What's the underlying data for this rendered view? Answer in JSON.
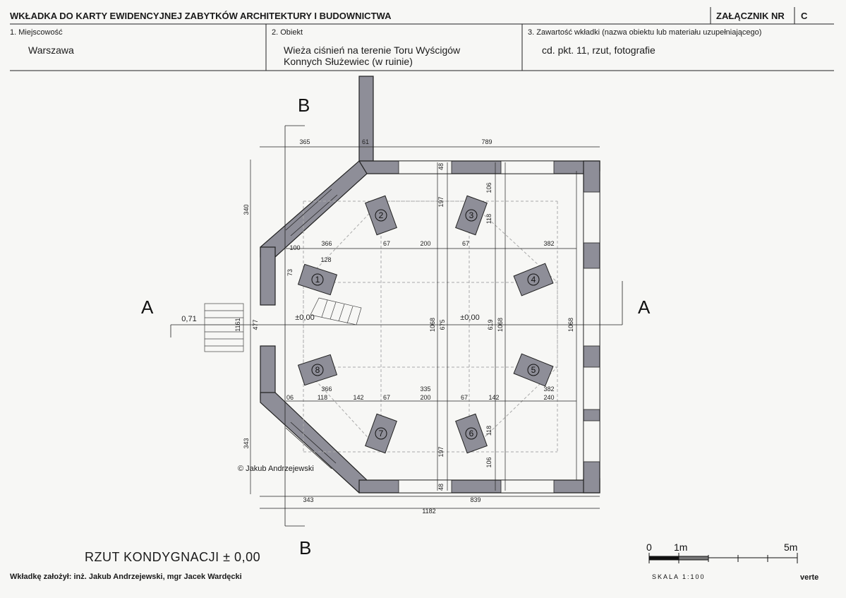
{
  "header": {
    "title": "WKŁADKA DO KARTY EWIDENCYJNEJ ZABYTKÓW ARCHITEKTURY I BUDOWNICTWA",
    "attachment_label": "ZAŁĄCZNIK NR",
    "attachment_value": "C"
  },
  "fields": {
    "locality_label": "1. Miejscowość",
    "locality_value": "Warszawa",
    "object_label": "2. Obiekt",
    "object_value_line1": "Wieża ciśnień na terenie Toru Wyścigów",
    "object_value_line2": "Konnych Służewiec (w ruinie)",
    "contents_label": "3. Zawartość wkładki (nazwa obiektu lub materiału uzupełniającego)",
    "contents_value": "cd. pkt. 11, rzut, fotografie"
  },
  "drawing": {
    "section_a": "A",
    "section_b": "B",
    "dims": {
      "d365": "365",
      "d61": "61",
      "d789": "789",
      "d340": "340",
      "d343": "343",
      "d1161": "1161",
      "d477": "477",
      "d366": "366",
      "d67": "67",
      "d200": "200",
      "d382": "382",
      "d100": "100",
      "d128": "128",
      "d73": "73",
      "d197": "197",
      "d106": "106",
      "d118": "118",
      "d48": "48",
      "d1068": "1068",
      "d675": "675",
      "d619": "619",
      "d335": "335",
      "d142": "142",
      "d240": "240",
      "d06": "06",
      "d839": "839",
      "d1182": "1182",
      "lvl_out": "0,71",
      "lvl_in": "±0,00",
      "lvl_in2": "±0,00"
    },
    "columns": [
      "1",
      "2",
      "3",
      "4",
      "5",
      "6",
      "7",
      "8"
    ],
    "copyright": "© Jakub Andrzejewski"
  },
  "scale": {
    "z0": "0",
    "z1": "1m",
    "z5": "5m",
    "label": "SKALA  1:100"
  },
  "footer": {
    "title": "RZUT KONDYGNACJI   ± 0,00",
    "authors": "Wkładkę założył: inż. Jakub Andrzejewski, mgr Jacek Wardęcki",
    "verte": "verte"
  }
}
